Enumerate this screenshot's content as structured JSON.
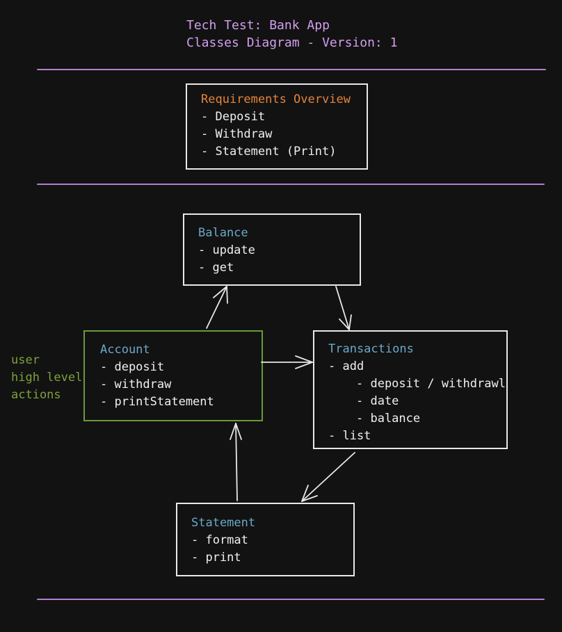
{
  "diagram": {
    "title": "Tech Test: Bank App",
    "subtitle": "Classes Diagram - Version: 1",
    "side_note": [
      "user",
      "high level",
      "actions"
    ],
    "colors": {
      "background": "#121212",
      "title": "#d39ef0",
      "divider": "#b57fd0",
      "class_title": "#6ba8c8",
      "requirements_title": "#e5843b",
      "account_border": "#6a9a3a",
      "side_note": "#7da23d",
      "text": "#f0f0f0"
    },
    "requirements": {
      "title": "Requirements Overview",
      "items": [
        "- Deposit",
        "- Withdraw",
        "- Statement (Print)"
      ]
    },
    "balance": {
      "title": "Balance",
      "items": [
        "- update",
        "- get"
      ]
    },
    "account": {
      "title": "Account",
      "items": [
        "- deposit",
        "- withdraw",
        "- printStatement"
      ]
    },
    "transactions": {
      "title": "Transactions",
      "items": [
        "- add",
        "- deposit / withdrawl",
        "- date",
        "- balance",
        "- list"
      ]
    },
    "statement": {
      "title": "Statement",
      "items": [
        "- format",
        "- print"
      ]
    }
  }
}
